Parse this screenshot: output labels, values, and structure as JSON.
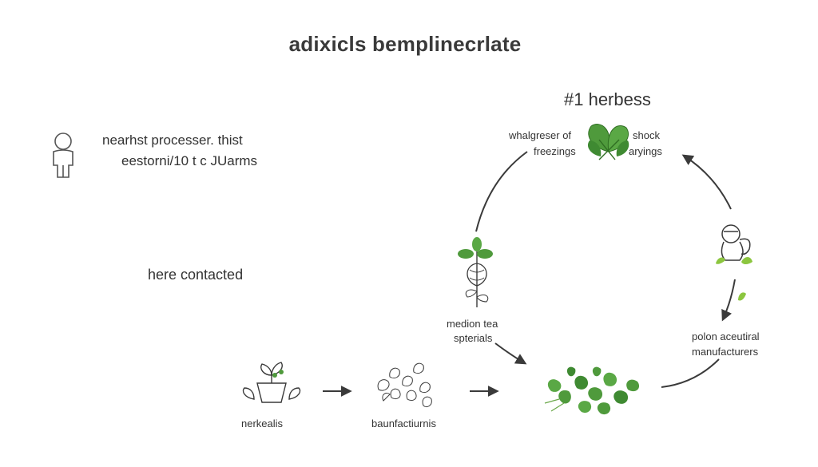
{
  "title": "adixicls bemplinecrlate",
  "left_panel": {
    "line1": "nearhst processer. thist",
    "line2": "eestorni/10 t c JUarms",
    "contact": "here contacted"
  },
  "cycle": {
    "title": "#1 herbess",
    "top_left_label_1": "whalgreser of",
    "top_left_label_2": "freezings",
    "top_right_label_1": "shock",
    "top_right_label_2": "aryings",
    "middle_left_label_1": "medion tea",
    "middle_left_label_2": "spterials",
    "right_label_1": "polon aceutiral",
    "right_label_2": "manufacturers"
  },
  "flow": {
    "step1_label": "nerkealis",
    "step2_label": "baunfactiurnis"
  },
  "colors": {
    "leaf": "#4f9a3c",
    "leaf_dark": "#2f6e22",
    "line": "#3a3a3a"
  },
  "icons": [
    "person-icon",
    "herb-leaves-icon",
    "monkey-figure-icon",
    "potted-plant-icon",
    "herb-pile-icon",
    "herb-cluster-icon",
    "flowering-herb-icon"
  ]
}
